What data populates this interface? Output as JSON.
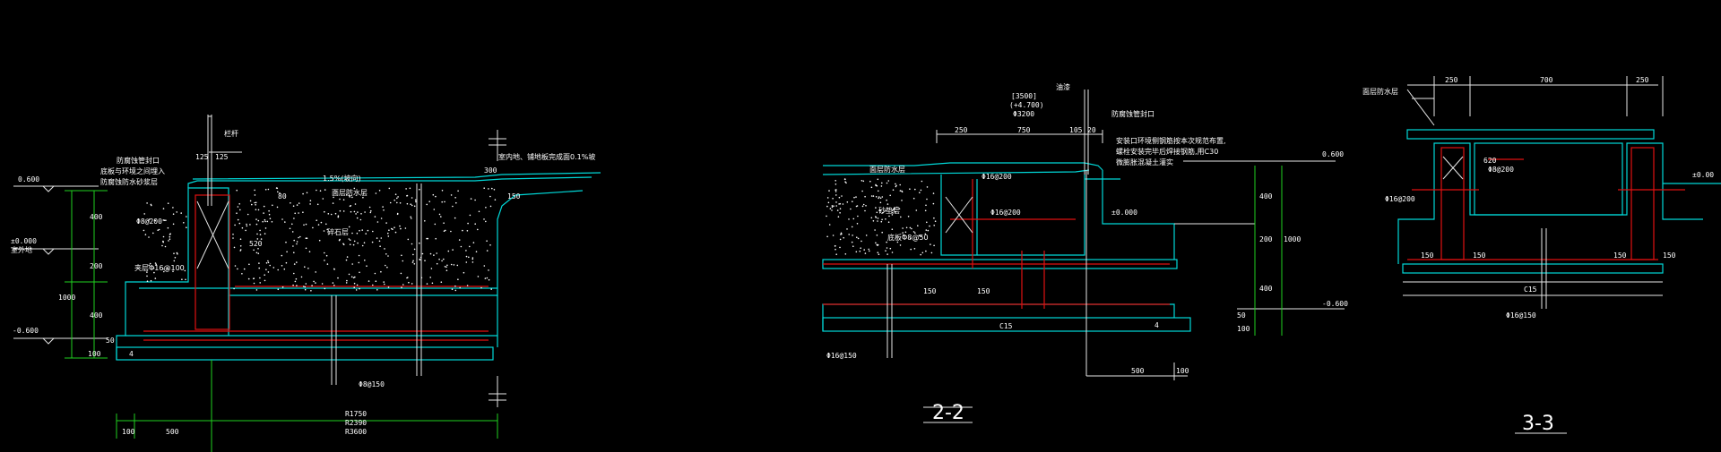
{
  "colors": {
    "background": "#000000",
    "outline": "#00d8d8",
    "rebar": "#e01010",
    "dimension": "#e6e6e6",
    "level": "#20d020"
  },
  "sections": {
    "s1": {
      "levels": [
        "0.600",
        "±0.000",
        "-0.600"
      ],
      "level_note": "室外地",
      "top_labels": [
        "125",
        "125",
        "栏杆"
      ],
      "slope": "1.5%(坡向)",
      "right_note": "室内地、铺地板完成面0.1%坡",
      "dim_300": "300",
      "dim_150": "150",
      "left_notes": [
        "防腐蚀管封口",
        "底板与环境之间埋入",
        "防腐蚀防水砂浆层"
      ],
      "layer_label": "面层防水层",
      "fill_label": "碎石层",
      "dims_vertical": [
        "400",
        "200",
        "400",
        "1000",
        "80",
        "520",
        "100",
        "50"
      ],
      "rebar_labels": [
        "Φ8@200",
        "夹层Φ16@100",
        "Φ8@150"
      ],
      "radii": [
        "R1750",
        "R2390",
        "R3600"
      ],
      "bottom_dims": [
        "100",
        "500"
      ],
      "mark": "4"
    },
    "s2": {
      "title": "2-2",
      "top_box": [
        "[3500]",
        "(+4.700)",
        "Φ3200"
      ],
      "top_note": "油漆",
      "right_note_1": "防腐蚀管封口",
      "dims_top": [
        "250",
        "750",
        "105",
        "20"
      ],
      "notes": [
        "安装口环境侧钢筋按本次规范布置,",
        "螺栓安装完毕后焊接钢筋,用C30",
        "微膨胀混凝土灌实"
      ],
      "layer_label": "面层防水层",
      "fill_label": "砂垫层",
      "rebar_labels": [
        "Φ16@200",
        "Φ16@200",
        "底板Φ8@50",
        "Φ16@150"
      ],
      "dims_150": [
        "150",
        "150"
      ],
      "levels": [
        "0.600",
        "±0.000",
        "-0.600"
      ],
      "dims_right": [
        "400",
        "200",
        "400",
        "1000",
        "50",
        "100"
      ],
      "c15": "C15",
      "bottom_dims": [
        "500",
        "100"
      ],
      "mark": "4"
    },
    "s3": {
      "title": "3-3",
      "dims_top": [
        "250",
        "700",
        "250"
      ],
      "layer_label": "面层防水层",
      "rebar_labels": [
        "Φ8@200",
        "Φ16@200",
        "Φ16@150"
      ],
      "dims_150": [
        "150",
        "150",
        "150",
        "150"
      ],
      "dim_620": "620",
      "c15": "C15",
      "level": "±0.00"
    }
  }
}
